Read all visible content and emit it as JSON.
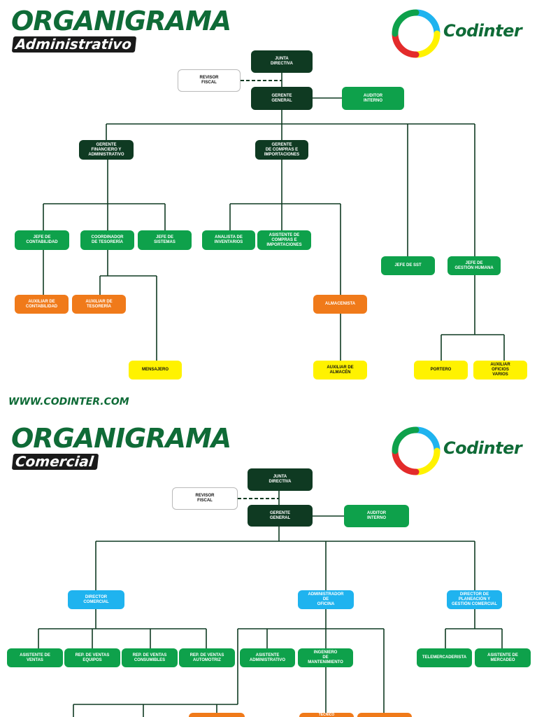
{
  "website": "WWW.CODINTER.COM",
  "charts": [
    {
      "title": "ORGANIGRAMA",
      "subtitle": "Administrativo",
      "brand": "Codinter",
      "nodes": {
        "junta": "JUNTA\nDIRECTIVA",
        "revisor": "REVISOR\nFISCAL",
        "gerente": "GERENTE\nGENERAL",
        "auditor": "AUDITOR\nINTERNO",
        "gerente_fin": "GERENTE\nFINANCIERO Y\nADMINISTRATIVO",
        "gerente_compras": "GERENTE\nDE COMPRAS E\nIMPORTACIONES",
        "jefe_contabilidad": "JEFE DE\nCONTABILIDAD",
        "coordinador_tesoreria": "COORDINADOR\nDE TESORERÍA",
        "jefe_sistemas": "JEFE DE\nSISTEMAS",
        "analista_inventarios": "ANALISTA DE\nINVENTARIOS",
        "asistente_compras": "ASISTENTE DE\nCOMPRAS E\nIMPORTACIONES",
        "jefe_sst": "JEFE DE SST",
        "jefe_gestion_humana": "JEFE DE\nGESTIÓN HUMANA",
        "auxiliar_contabilidad": "AUXILIAR DE\nCONTABILIDAD",
        "auxiliar_tesoreria": "AUXILIAR DE\nTESORERÍA",
        "almacenista": "ALMACENISTA",
        "mensajero": "MENSAJERO",
        "auxiliar_almacen": "AUXILIAR DE\nALMACÉN",
        "portero": "PORTERO",
        "auxiliar_oficios": "AUXILIAR\nOFICIOS\nVARIOS"
      }
    },
    {
      "title": "ORGANIGRAMA",
      "subtitle": "Comercial",
      "brand": "Codinter",
      "nodes": {
        "junta": "JUNTA\nDIRECTIVA",
        "revisor": "REVISOR\nFISCAL",
        "gerente": "GERENTE\nGENERAL",
        "auditor": "AUDITOR\nINTERNO",
        "director_comercial": "DIRECTOR\nCOMERCIAL",
        "administrador_oficina": "ADMINISTRADOR\nDE\nOFICINA",
        "director_planeacion": "DIRECTOR DE\nPLANEACIÓN Y\nGESTIÓN COMERCIAL",
        "asistente_ventas": "ASISTENTE DE\nVENTAS",
        "rep_equipos": "REP. DE VENTAS\nEQUIPOS",
        "rep_consumibles": "REP. DE VENTAS\nCONSUMIBLES",
        "rep_automotriz": "REP. DE VENTAS\nAUTOMOTRIZ",
        "asistente_administrativo": "ASISTENTE\nADMINISTRATIVO",
        "ingeniero_mantenimiento": "INGENIERO\nDE\nMANTENIMIENTO",
        "telemercaderista": "TELEMERCADERISTA",
        "asistente_mercadeo": "ASISTENTE DE\nMERCADEO",
        "tecnico": "TÉCNICO"
      }
    }
  ]
}
